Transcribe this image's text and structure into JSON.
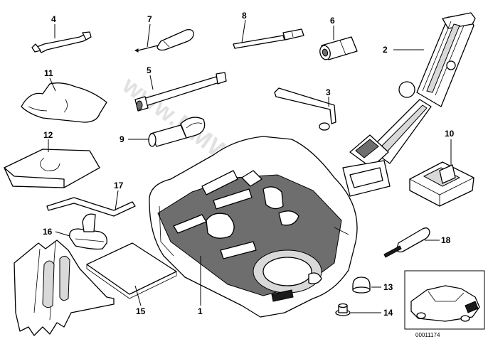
{
  "watermark": "www.BMWfans.pl",
  "doc_number": "00011174",
  "callouts": {
    "c1": "1",
    "c2": "2",
    "c3": "3",
    "c4": "4",
    "c5": "5",
    "c6": "6",
    "c7": "7",
    "c8": "8",
    "c9": "9",
    "c10": "10",
    "c11": "11",
    "c12": "12",
    "c13": "13",
    "c14": "14",
    "c15": "15",
    "c16": "16",
    "c17": "17",
    "c18": "18"
  }
}
